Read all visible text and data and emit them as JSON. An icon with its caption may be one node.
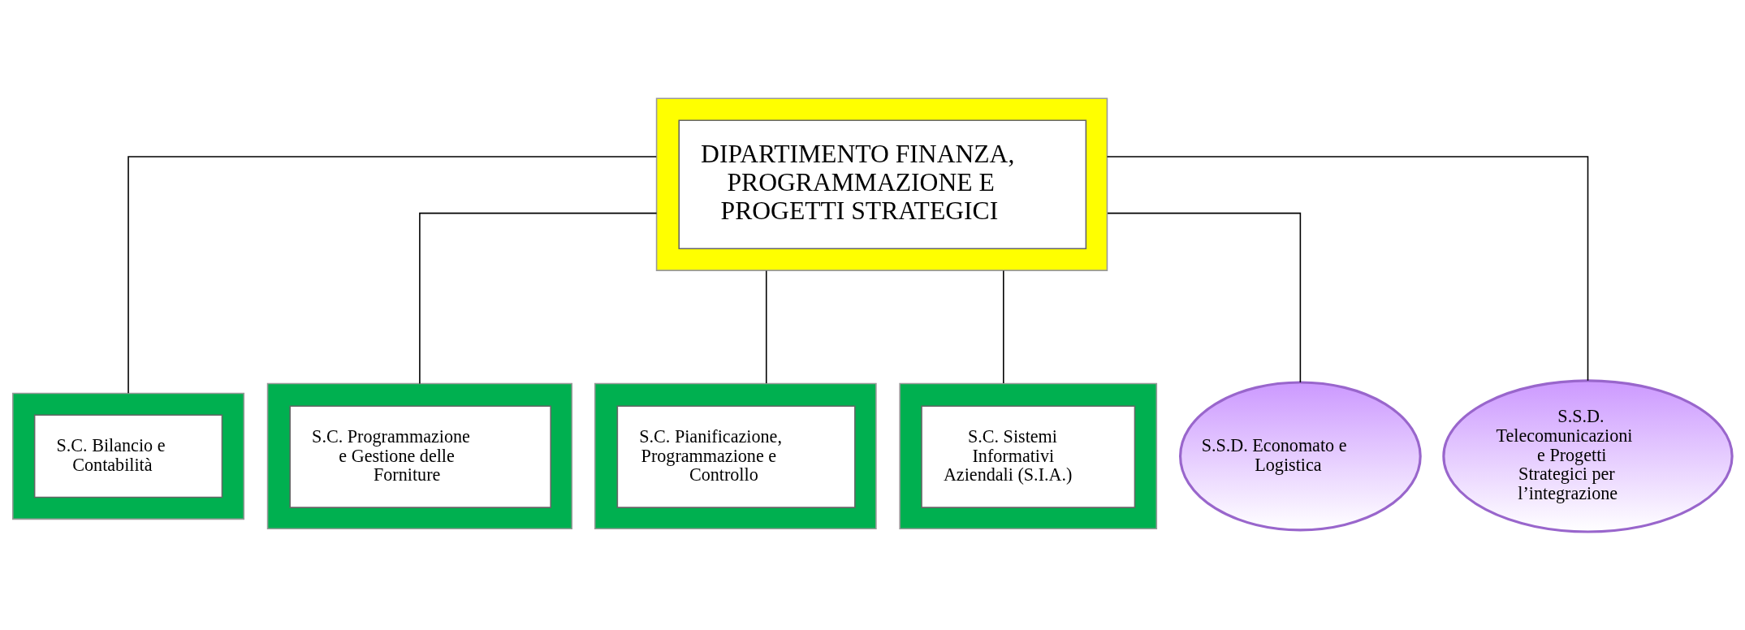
{
  "diagram": {
    "nodes": [
      {
        "text": [
          "DIPARTIMENTO FINANZA, PROGRAMMAZIONE E PROGETTI STRATEGICI"
        ]
      },
      {
        "text": [
          "S.C. Bilancio e Contabilità"
        ]
      },
      {
        "text": [
          "S.C. Programmazione e Gestione delle Forniture"
        ]
      },
      {
        "text": [
          "S.C. Pianificazione, Programmazione e Controllo"
        ]
      },
      {
        "text": [
          "S.C. Sistemi Informativi Aziendali (S.I.A.)"
        ]
      },
      {
        "text": [
          "S.S.D. Economato e Logistica"
        ]
      },
      {
        "text": [
          "S.S.D. Telecomunicazioni e Progetti Strategici per l’integrazione"
        ]
      }
    ],
    "edges": [
      {
        "from": 0,
        "to": 1,
        "arrow": "none"
      },
      {
        "from": 0,
        "to": 2,
        "arrow": "none"
      },
      {
        "from": 0,
        "to": 3,
        "arrow": "none"
      },
      {
        "from": 0,
        "to": 4,
        "arrow": "none"
      },
      {
        "from": 0,
        "to": 5,
        "arrow": "none"
      },
      {
        "from": 0,
        "to": 6,
        "arrow": "none"
      }
    ]
  }
}
